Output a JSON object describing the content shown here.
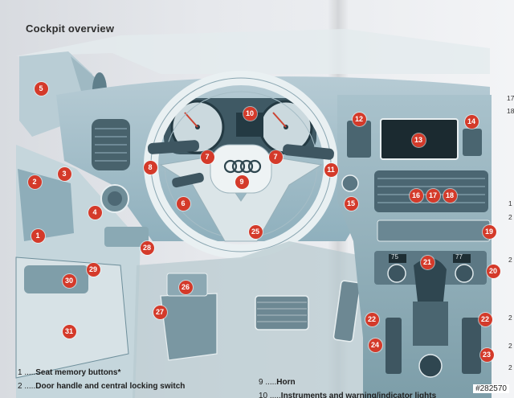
{
  "page": {
    "title": "Cockpit overview"
  },
  "callouts": [
    {
      "n": "1"
    },
    {
      "n": "2"
    },
    {
      "n": "3"
    },
    {
      "n": "4"
    },
    {
      "n": "5"
    },
    {
      "n": "6"
    },
    {
      "n": "7"
    },
    {
      "n": "7"
    },
    {
      "n": "8"
    },
    {
      "n": "9"
    },
    {
      "n": "10"
    },
    {
      "n": "11"
    },
    {
      "n": "12"
    },
    {
      "n": "13"
    },
    {
      "n": "14"
    },
    {
      "n": "15"
    },
    {
      "n": "16"
    },
    {
      "n": "17"
    },
    {
      "n": "18"
    },
    {
      "n": "19"
    },
    {
      "n": "20"
    },
    {
      "n": "21"
    },
    {
      "n": "22"
    },
    {
      "n": "22"
    },
    {
      "n": "23"
    },
    {
      "n": "24"
    },
    {
      "n": "25"
    },
    {
      "n": "26"
    },
    {
      "n": "27"
    },
    {
      "n": "28"
    },
    {
      "n": "29"
    },
    {
      "n": "30"
    },
    {
      "n": "31"
    }
  ],
  "legend": [
    {
      "num": "1",
      "label": "Seat memory buttons*"
    },
    {
      "num": "2",
      "label": "Door handle and central locking switch"
    },
    {
      "num": "9",
      "label": "Horn"
    },
    {
      "num": "10",
      "label": "Instruments and warning/indicator lights"
    }
  ],
  "right_edge": [
    "17",
    "18",
    "1",
    "2",
    "2",
    "2",
    "2",
    "2"
  ],
  "climate": {
    "left_temp": "75",
    "right_temp": "77"
  },
  "watermark": "#282570"
}
